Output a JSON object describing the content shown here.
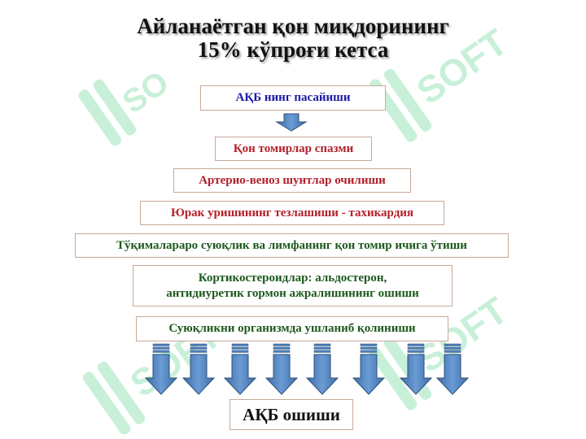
{
  "title": {
    "line1": "Айланаётган қон миқдорининг",
    "line2": "15% кўпроғи кетса"
  },
  "watermark": {
    "text": "SOFT",
    "color": "#c8f0d8"
  },
  "boxes": {
    "b1": "АҚБ нинг пасайиши",
    "b2": "Қон томирлар спазми",
    "b3": "Артерио-веноз шунтлар очилиши",
    "b4": "Юрак уришининг тезлашиши - тахикардия",
    "b5": "Тўқималараро суюқлик ва лимфанинг қон томир ичига ўтиши",
    "b6_line1": "Кортикостероидлар: альдостерон,",
    "b6_line2": "антидиуретик гормон ажралишининг ошиши",
    "b7": "Суюқликни организмда ушланиб қолиниши",
    "b8": "АҚБ ошиши"
  },
  "colors": {
    "blue_text": "#1a1aa6",
    "red_text": "#b3202a",
    "green_text": "#1d5a1d",
    "black_text": "#111111",
    "arrow_fill": "#4f81bd",
    "arrow_stroke": "#2c4f78"
  }
}
